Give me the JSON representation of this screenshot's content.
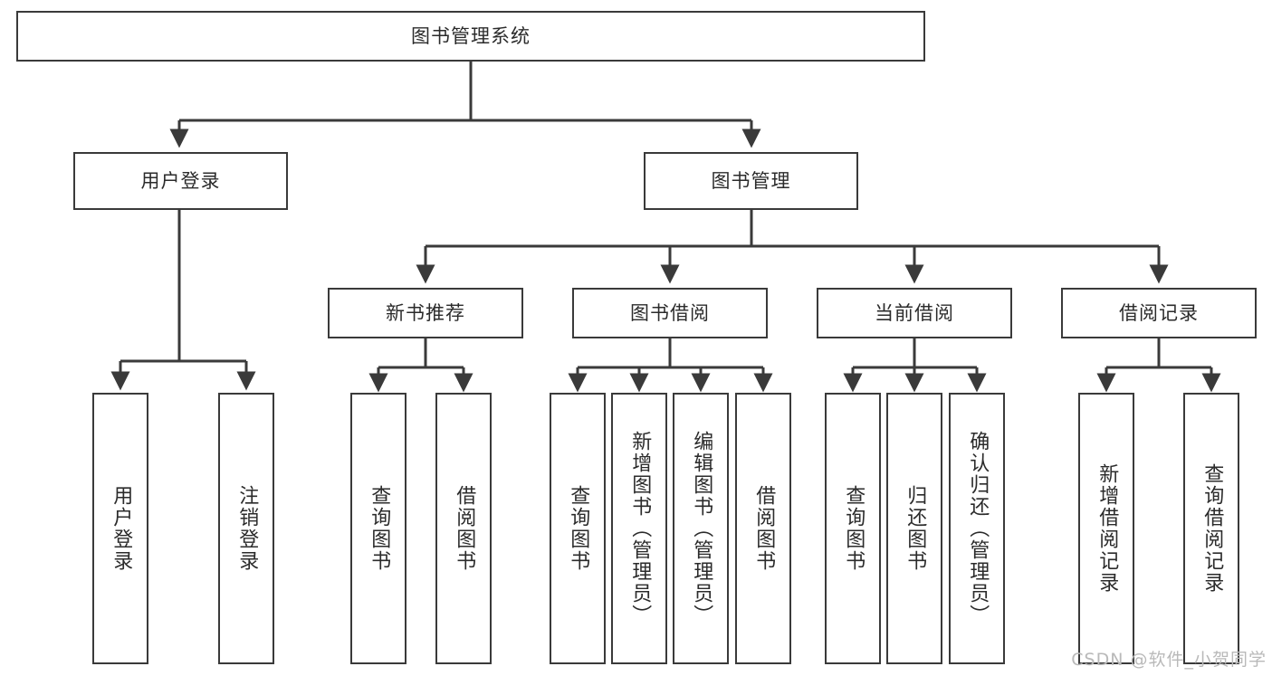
{
  "diagram": {
    "type": "tree",
    "title": "图书管理系统",
    "watermark": "CSDN @软件_小贺同学",
    "colors": {
      "stroke": "#3a3a3a",
      "fill": "#ffffff",
      "text": "#2b2b2b",
      "watermark": "#b9b9b9"
    },
    "levels": {
      "root": {
        "label": "图书管理系统"
      },
      "level2": [
        {
          "id": "user-login",
          "label": "用户登录"
        },
        {
          "id": "book-management",
          "label": "图书管理"
        }
      ],
      "level3": [
        {
          "id": "new-book-recommend",
          "label": "新书推荐",
          "parent": "book-management"
        },
        {
          "id": "book-borrow",
          "label": "图书借阅",
          "parent": "book-management"
        },
        {
          "id": "current-borrow",
          "label": "当前借阅",
          "parent": "book-management"
        },
        {
          "id": "borrow-record",
          "label": "借阅记录",
          "parent": "book-management"
        }
      ],
      "leaves": [
        {
          "id": "leaf-user-login",
          "label": "用户登录",
          "parent": "user-login"
        },
        {
          "id": "leaf-logout-login",
          "label": "注销登录",
          "parent": "user-login"
        },
        {
          "id": "leaf-query-book-1",
          "label": "查询图书",
          "parent": "new-book-recommend"
        },
        {
          "id": "leaf-borrow-book-1",
          "label": "借阅图书",
          "parent": "new-book-recommend"
        },
        {
          "id": "leaf-query-book-2",
          "label": "查询图书",
          "parent": "book-borrow"
        },
        {
          "id": "leaf-add-book-admin",
          "label": "新增图书（管理员）",
          "parent": "book-borrow"
        },
        {
          "id": "leaf-edit-book-admin",
          "label": "编辑图书（管理员）",
          "parent": "book-borrow"
        },
        {
          "id": "leaf-borrow-book-2",
          "label": "借阅图书",
          "parent": "book-borrow"
        },
        {
          "id": "leaf-query-book-3",
          "label": "查询图书",
          "parent": "current-borrow"
        },
        {
          "id": "leaf-return-book",
          "label": "归还图书",
          "parent": "current-borrow"
        },
        {
          "id": "leaf-confirm-return-admin",
          "label": "确认归还（管理员）",
          "parent": "current-borrow"
        },
        {
          "id": "leaf-add-borrow-record",
          "label": "新增借阅记录",
          "parent": "borrow-record"
        },
        {
          "id": "leaf-query-borrow-record",
          "label": "查询借阅记录",
          "parent": "borrow-record"
        }
      ]
    }
  }
}
